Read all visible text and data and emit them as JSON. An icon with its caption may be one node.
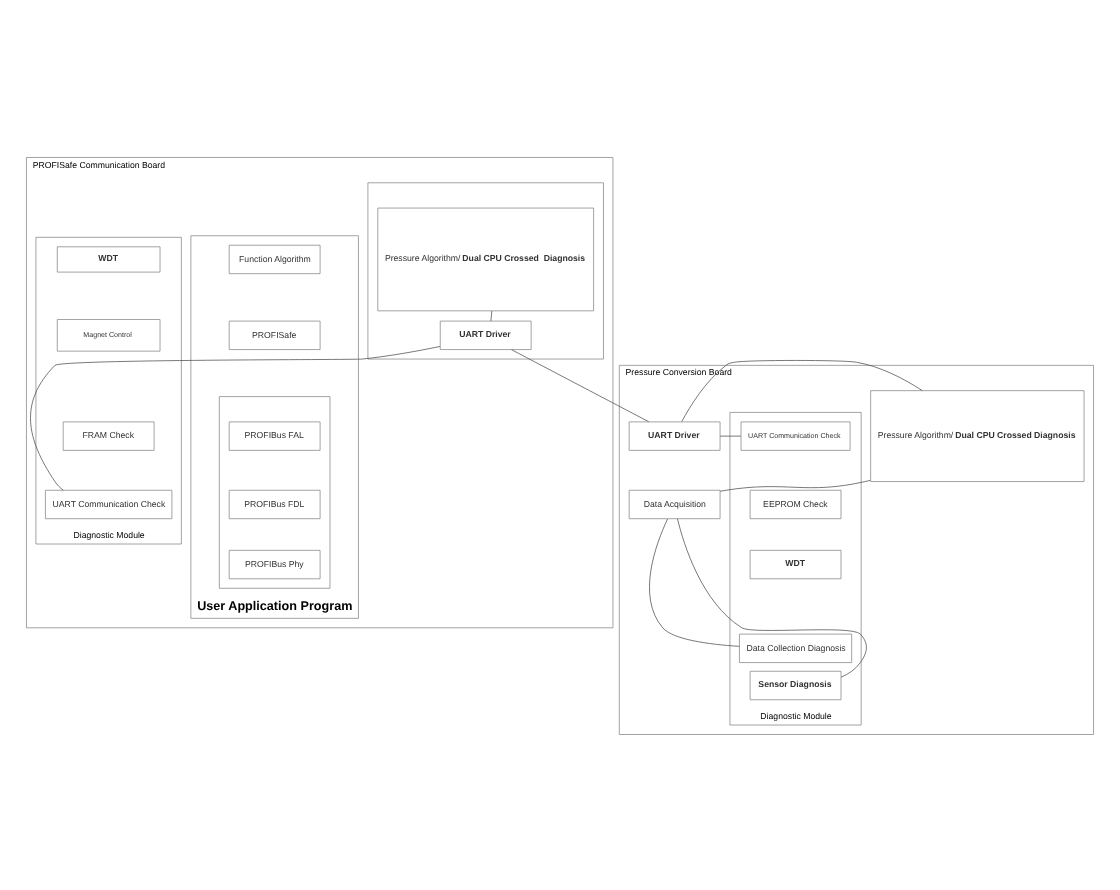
{
  "diagram": {
    "nodes": [
      {
        "text": [
          "PROFISafe Communication Board"
        ]
      },
      {
        "text": [
          "User Application Program"
        ],
        "in": 0
      },
      {
        "text": [
          "Function Algorithm"
        ],
        "in": 1
      },
      {
        "text": [
          "PROFISafe"
        ],
        "in": 1
      },
      {
        "text": [],
        "shape": "box",
        "in": 1
      },
      {
        "text": [
          "PROFIBus FAL"
        ],
        "in": 4
      },
      {
        "text": [
          "PROFIBus FDL"
        ],
        "in": 4
      },
      {
        "text": [
          "PROFIBus Phy"
        ],
        "in": 4
      },
      {
        "text": [],
        "shape": "box",
        "in": 0
      },
      {
        "text": [
          "Pressure Algorithm/ **Dual CPU Crossed  Diagnosis**"
        ],
        "in": 8
      },
      {
        "text": [
          "UART Driver"
        ],
        "in": 8
      },
      {
        "text": [
          "Diagnostic Module"
        ],
        "in": 0
      },
      {
        "text": [
          "WDT"
        ],
        "in": 11
      },
      {
        "text": [
          "Magnet Control"
        ],
        "in": 11
      },
      {
        "text": [
          "FRAM Check"
        ],
        "in": 11
      },
      {
        "text": [
          "UART Communication Check"
        ],
        "in": 11
      },
      {
        "text": [
          "Pressure Conversion Board"
        ]
      },
      {
        "text": [
          "Pressure Algorithm/ **Dual CPU Crossed Diagnosis**"
        ],
        "in": 16
      },
      {
        "text": [
          "UART Driver"
        ],
        "in": 16
      },
      {
        "text": [
          "Data Acquisition"
        ],
        "in": 16
      },
      {
        "text": [
          "Diagnostic Module"
        ],
        "in": 16
      },
      {
        "text": [
          "UART Communication Check"
        ],
        "in": 20
      },
      {
        "text": [
          "EEPROM Check"
        ],
        "in": 20
      },
      {
        "text": [
          "WDT"
        ],
        "in": 20
      },
      {
        "text": [
          "Data Collection Diagnosis"
        ],
        "in": 20
      },
      {
        "text": [
          "Sensor Diagnosis"
        ],
        "in": 20
      }
    ],
    "edges": [
      {
        "from": 9,
        "to": 10,
        "arrow": "none"
      },
      {
        "from": 10,
        "to": 15,
        "arrow": "none"
      },
      {
        "from": 10,
        "to": 18,
        "arrow": "none"
      },
      {
        "from": 17,
        "to": 18,
        "arrow": "none"
      },
      {
        "from": 18,
        "to": 21,
        "arrow": "none"
      },
      {
        "from": 17,
        "to": 19,
        "arrow": "none"
      },
      {
        "from": 19,
        "to": 24,
        "arrow": "none"
      },
      {
        "from": 19,
        "to": 25,
        "arrow": "none"
      }
    ]
  }
}
